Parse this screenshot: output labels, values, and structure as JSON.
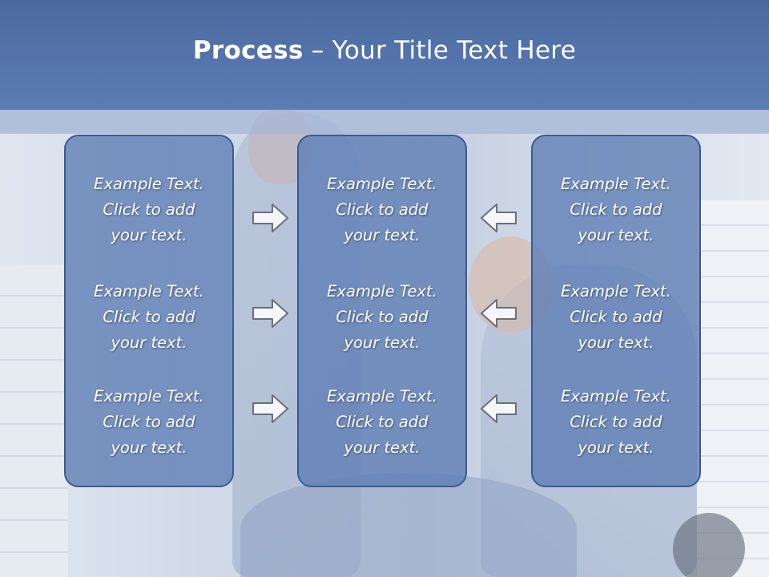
{
  "header": {
    "title_bold": "Process",
    "title_rest": " – Your Title Text Here"
  },
  "columns": [
    {
      "items": [
        {
          "line1": "Example Text.",
          "line2": "Click  to add",
          "line3": "your text."
        },
        {
          "line1": "Example Text.",
          "line2": "Click  to add",
          "line3": "your text."
        },
        {
          "line1": "Example Text.",
          "line2": "Click  to add",
          "line3": "your text."
        }
      ]
    },
    {
      "items": [
        {
          "line1": "Example Text.",
          "line2": "Click  to add",
          "line3": "your text."
        },
        {
          "line1": "Example Text.",
          "line2": "Click  to add",
          "line3": "your text."
        },
        {
          "line1": "Example Text.",
          "line2": "Click  to add",
          "line3": "your text."
        }
      ]
    },
    {
      "items": [
        {
          "line1": "Example Text.",
          "line2": "Click  to add",
          "line3": "your text."
        },
        {
          "line1": "Example Text.",
          "line2": "Click  to add",
          "line3": "your text."
        },
        {
          "line1": "Example Text.",
          "line2": "Click  to add",
          "line3": "your text."
        }
      ]
    }
  ],
  "arrows": {
    "left_group": "right-arrow-icon",
    "right_group": "left-arrow-icon"
  },
  "colors": {
    "header": "#5b7cb4",
    "box_fill": "#5c7cb4",
    "box_border": "#3b5a92",
    "arrow_stroke": "#6b6f78"
  }
}
